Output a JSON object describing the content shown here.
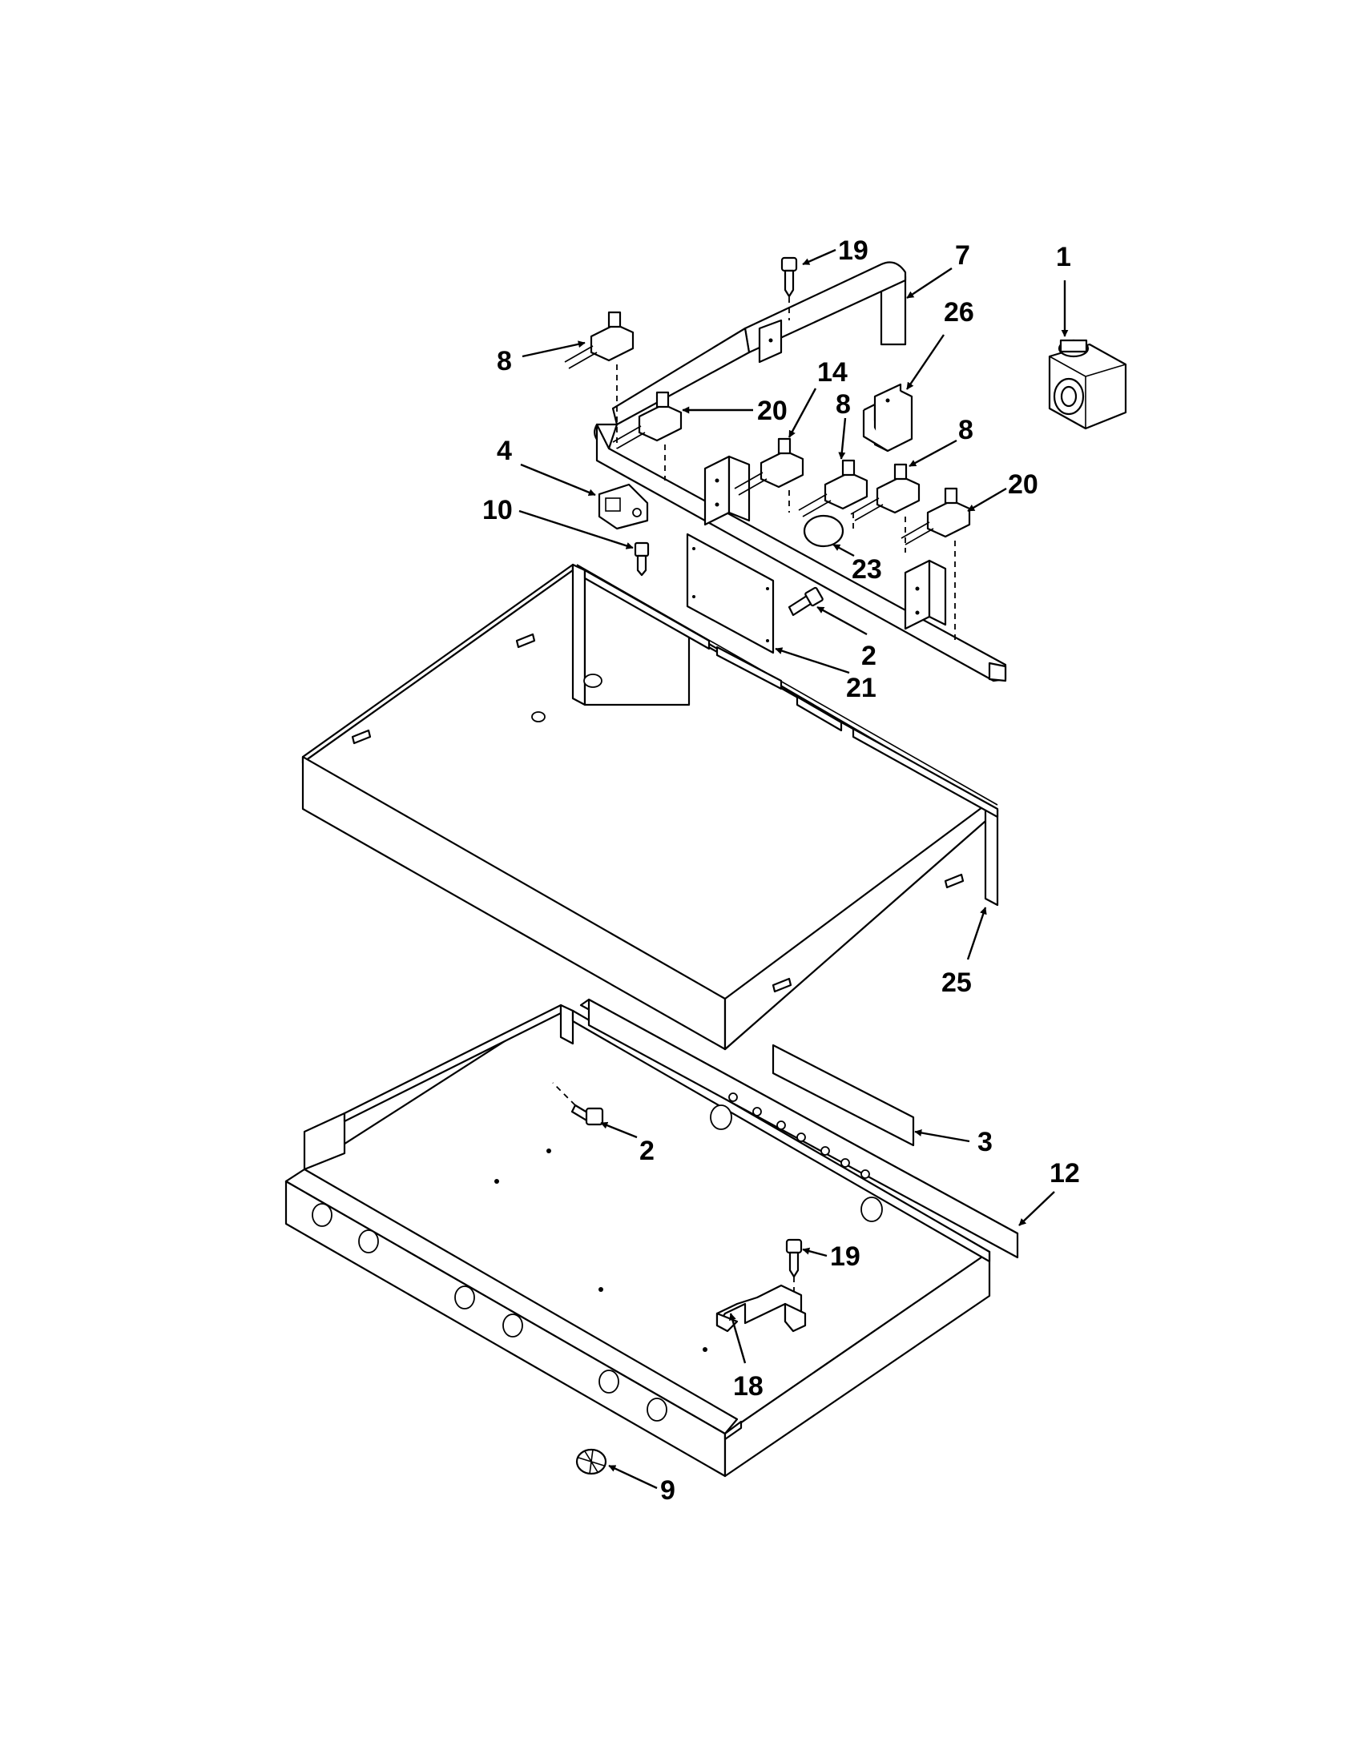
{
  "colors": {
    "line": "#000000",
    "background": "#ffffff"
  },
  "callouts": [
    {
      "id": "c19a",
      "label": "19"
    },
    {
      "id": "c7",
      "label": "7"
    },
    {
      "id": "c1",
      "label": "1"
    },
    {
      "id": "c26",
      "label": "26"
    },
    {
      "id": "c8a",
      "label": "8"
    },
    {
      "id": "c20a",
      "label": "20"
    },
    {
      "id": "c14",
      "label": "14"
    },
    {
      "id": "c8b",
      "label": "8"
    },
    {
      "id": "c8c",
      "label": "8"
    },
    {
      "id": "c4",
      "label": "4"
    },
    {
      "id": "c20b",
      "label": "20"
    },
    {
      "id": "c10",
      "label": "10"
    },
    {
      "id": "c23",
      "label": "23"
    },
    {
      "id": "c2a",
      "label": "2"
    },
    {
      "id": "c21",
      "label": "21"
    },
    {
      "id": "c25",
      "label": "25"
    },
    {
      "id": "c3",
      "label": "3"
    },
    {
      "id": "c2b",
      "label": "2"
    },
    {
      "id": "c12",
      "label": "12"
    },
    {
      "id": "c19b",
      "label": "19"
    },
    {
      "id": "c18",
      "label": "18"
    },
    {
      "id": "c9",
      "label": "9"
    }
  ]
}
